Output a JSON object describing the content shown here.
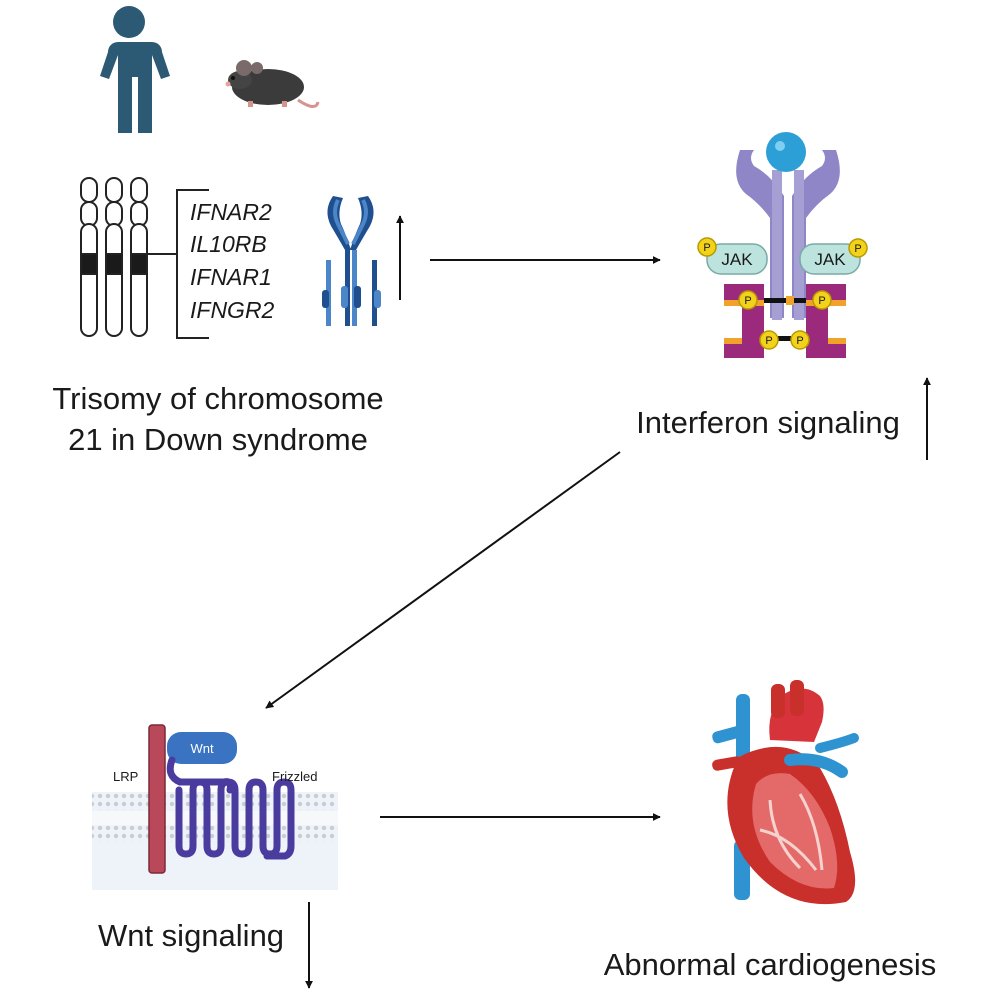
{
  "caption_trisomy": [
    "Trisomy of chromosome",
    "21 in Down syndrome"
  ],
  "genes": [
    "IFNAR2",
    "IL10RB",
    "IFNAR1",
    "IFNGR2"
  ],
  "label_interferon": "Interferon signaling",
  "label_wnt": "Wnt signaling",
  "label_cardio": "Abnormal cardiogenesis",
  "jak_label": "JAK",
  "phospho_label": "P",
  "wnt_ligand_label": "Wnt",
  "lrp_label": "LRP",
  "frizzled_label": "Frizzled",
  "colors": {
    "figure": "#2c5a74",
    "receptor_dark": "#1f4f8f",
    "receptor_light": "#4a86c8",
    "ifn_receptor": "#8e86c6",
    "ifn_ligand": "#2c9fd6",
    "jak_box": "#bde3df",
    "stat": "#9b2a7c",
    "phospho": "#f3d21b",
    "lrp": "#b8485a",
    "frizzled": "#4a3c9e",
    "wnt": "#3a73c2",
    "heart": "#c9302c",
    "vessel_blue": "#2f93d1"
  }
}
